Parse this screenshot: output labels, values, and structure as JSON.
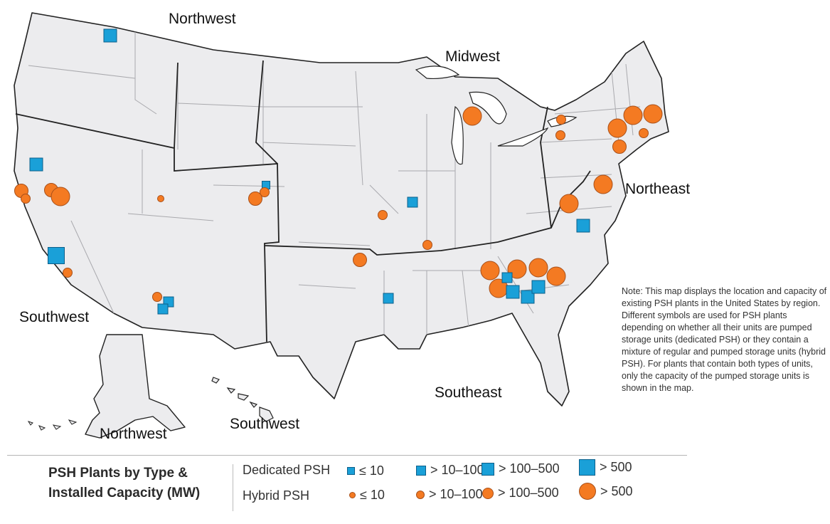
{
  "regions": {
    "northwest": "Northwest",
    "midwest": "Midwest",
    "northeast": "Northeast",
    "southwest": "Southwest",
    "southeast": "Southeast",
    "alaska": "Northwest",
    "hawaii": "Southwest"
  },
  "note": "Note: This map displays the location and capacity of existing PSH plants in the United States by region. Different symbols are used for PSH plants depending on whether all their units are pumped storage units (dedicated PSH) or they contain a mixture of regular and pumped storage units (hybrid PSH). For plants that contain both types of units, only the capacity of the pumped storage units is shown in the map.",
  "legend": {
    "title_line1": "PSH Plants by Type &",
    "title_line2": "Installed Capacity (MW)",
    "dedicated_label": "Dedicated PSH",
    "hybrid_label": "Hybrid PSH",
    "classes": [
      "≤ 10",
      "> 10–100",
      "> 100–500",
      "> 500"
    ]
  },
  "colors": {
    "dedicated": "#1aa0d8",
    "hybrid": "#f47a22",
    "land": "#ececee",
    "state_border": "#a9a9ad",
    "region_border": "#222222"
  }
}
